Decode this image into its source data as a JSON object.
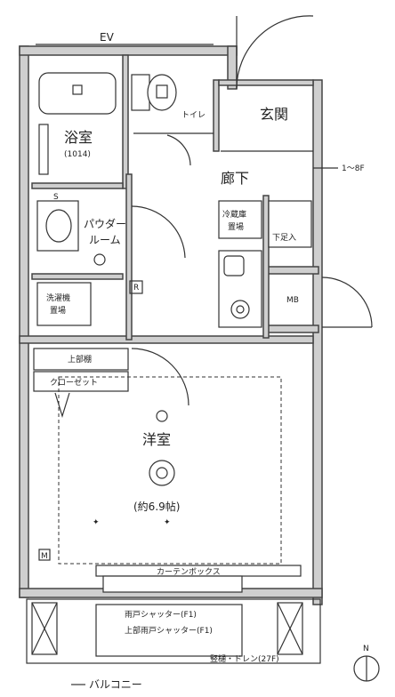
{
  "labels": {
    "ev": "EV",
    "bathroom": "浴室",
    "bathroom_size": "(1014)",
    "toilet": "トイレ",
    "entrance": "玄関",
    "hallway": "廊下",
    "powder_room_1": "パウダー",
    "powder_room_2": "ルーム",
    "washing_machine_1": "洗濯機",
    "washing_machine_2": "置場",
    "fridge_1": "冷蔵庫",
    "fridge_2": "置場",
    "shoe_box": "下足入",
    "mb": "MB",
    "upper_shelf": "上部棚",
    "closet": "クローゼット",
    "western_room": "洋室",
    "room_size": "(約6.9帖)",
    "curtain_box": "カーテンボックス",
    "balcony": "バルコニー",
    "s_marker": "S",
    "r_marker": "R",
    "m_marker": "M",
    "dim_mark": "1～8F",
    "drain_note": "竪樋・ドレン(27F)",
    "shutter_note": "雨戸シャッター(F1)",
    "shutter_note2": "上部雨戸シャッター(F1)"
  },
  "colors": {
    "wall": "#cfcfcf",
    "line": "#333333"
  }
}
